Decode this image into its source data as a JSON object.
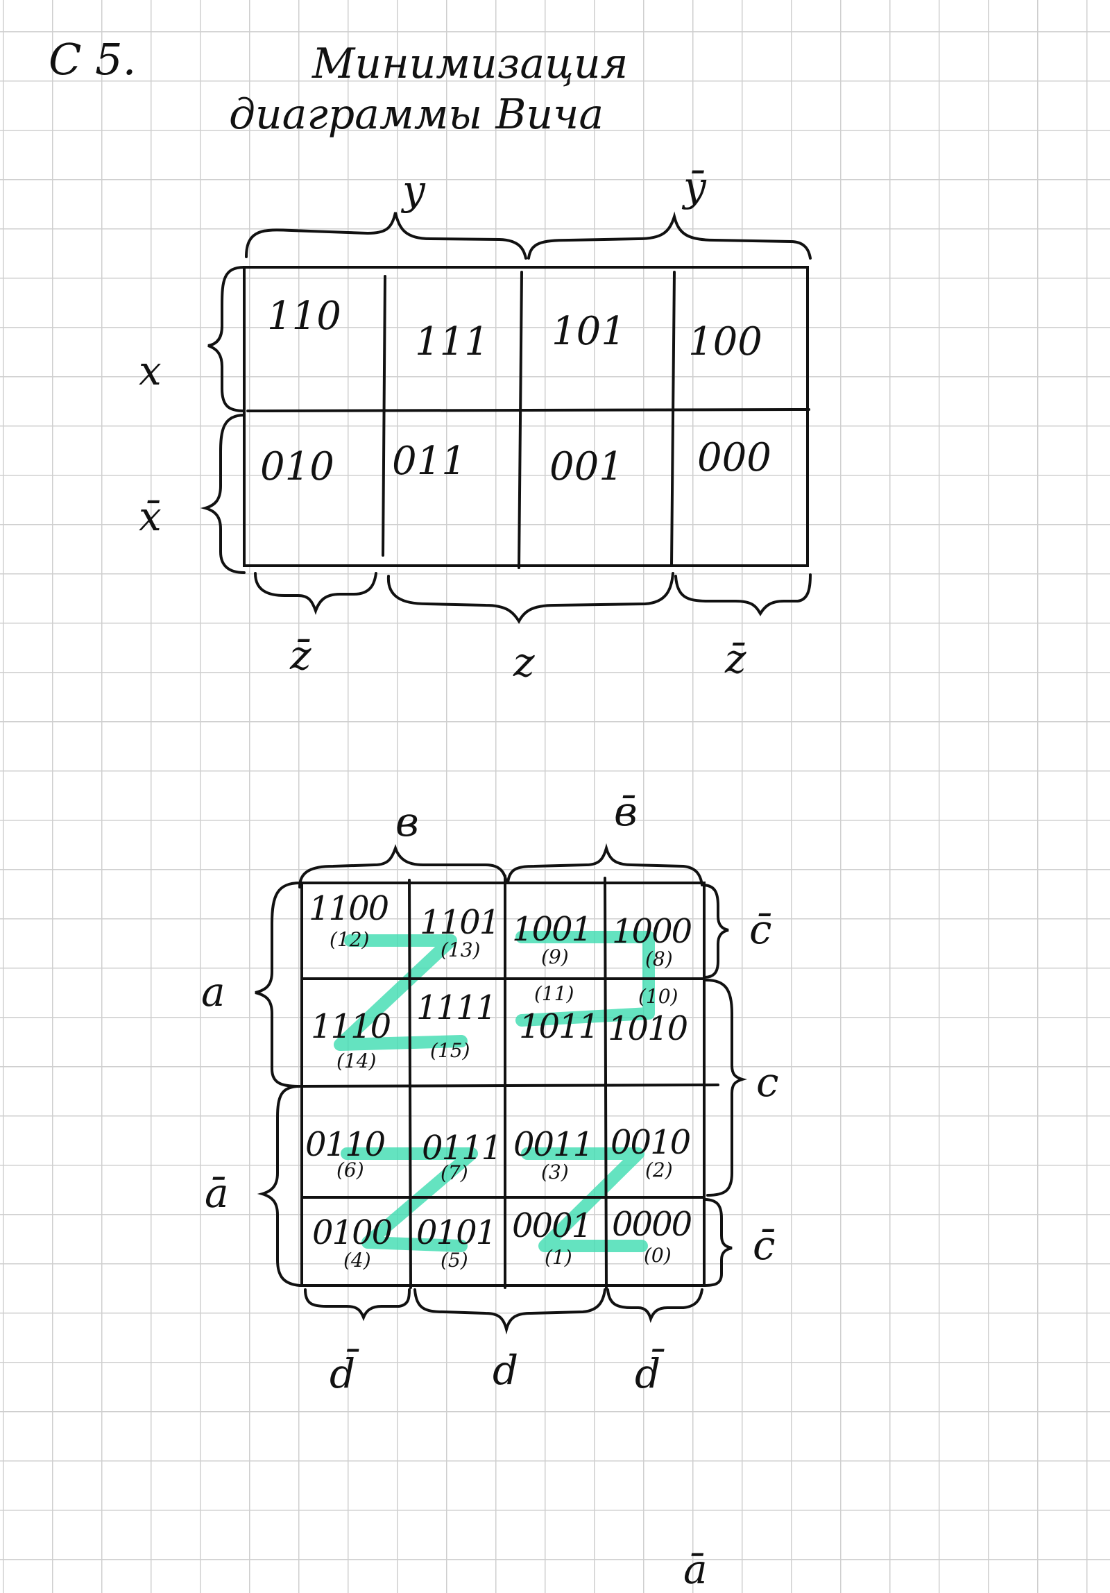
{
  "header": {
    "task_label": "С 5.",
    "title_line1": "Минимизация",
    "title_line2": "диаграммы Вича"
  },
  "kmap3": {
    "top_labels": [
      "y",
      "ȳ"
    ],
    "left_labels": [
      "x",
      "x̄"
    ],
    "bottom_labels": [
      "z̄",
      "z",
      "z̄"
    ],
    "cells": [
      [
        "110",
        "111",
        "101",
        "100"
      ],
      [
        "010",
        "011",
        "001",
        "000"
      ]
    ]
  },
  "kmap4": {
    "top_labels": [
      "в",
      "в̄"
    ],
    "left_labels": [
      "a",
      "ā"
    ],
    "right_labels": [
      "c̄",
      "c",
      "c̄"
    ],
    "bottom_labels": [
      "d̄",
      "d",
      "d̄"
    ],
    "cells": [
      [
        {
          "code": "1100",
          "index": "(12)"
        },
        {
          "code": "1101",
          "index": "(13)"
        },
        {
          "code": "1001",
          "index": "(9)"
        },
        {
          "code": "1000",
          "index": "(8)"
        }
      ],
      [
        {
          "code": "1110",
          "index": "(14)"
        },
        {
          "code": "1111",
          "index": "(15)"
        },
        {
          "code": "1011",
          "index": "(11)"
        },
        {
          "code": "1010",
          "index": "(10)"
        }
      ],
      [
        {
          "code": "0110",
          "index": "(6)"
        },
        {
          "code": "0111",
          "index": "(7)"
        },
        {
          "code": "0011",
          "index": "(3)"
        },
        {
          "code": "0010",
          "index": "(2)"
        }
      ],
      [
        {
          "code": "0100",
          "index": "(4)"
        },
        {
          "code": "0101",
          "index": "(5)"
        },
        {
          "code": "0001",
          "index": "(1)"
        },
        {
          "code": "0000",
          "index": "(0)"
        }
      ]
    ],
    "highlight_color": "#3ddcb0"
  },
  "footer_fragment": "ā"
}
